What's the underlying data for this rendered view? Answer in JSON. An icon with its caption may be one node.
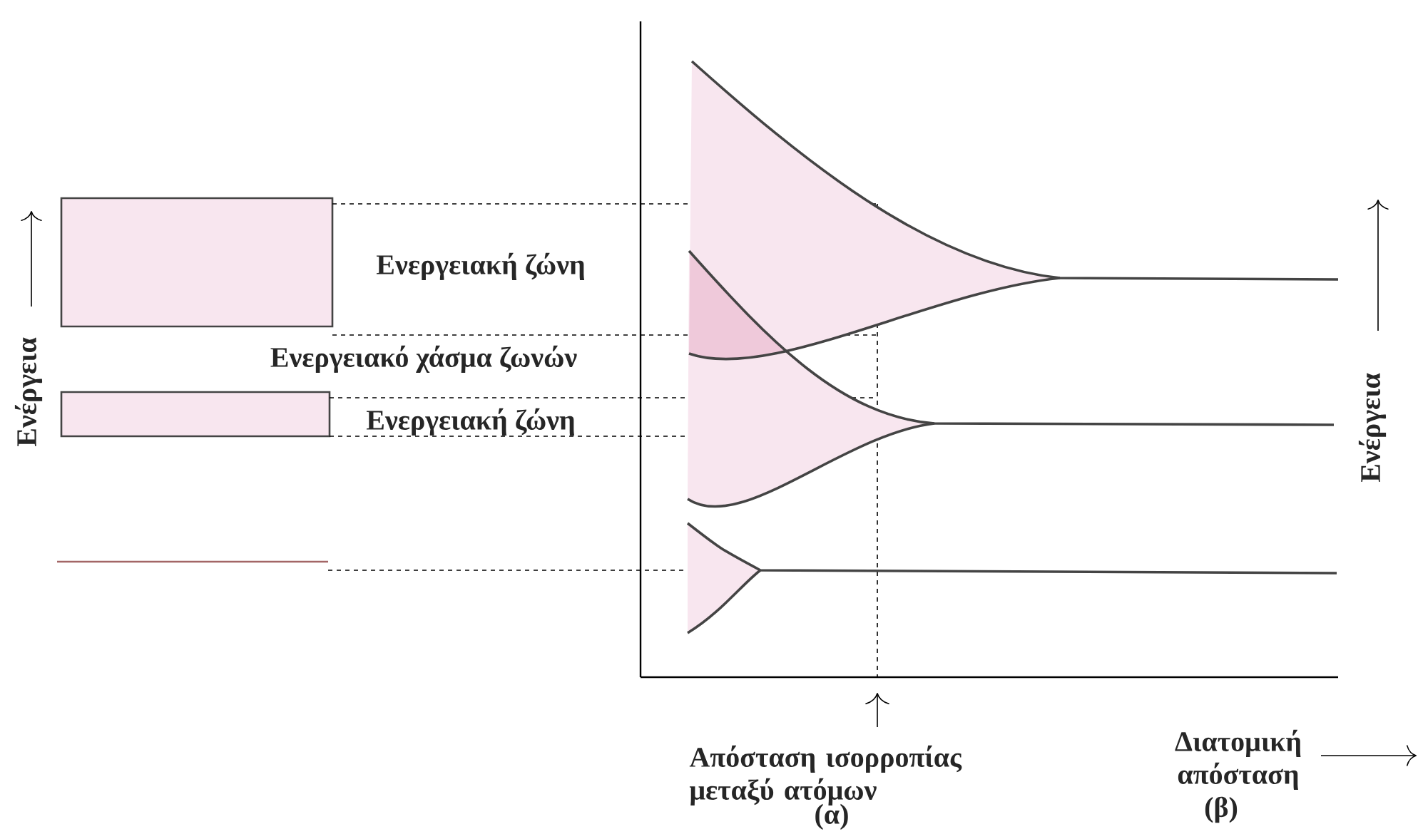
{
  "diagram": {
    "labels": [
      "Ενεργειακή ζώνη",
      "Ενέργεια",
      "Ενέργεια",
      "Ενεργειακό χάσμα ζωνών",
      "Ενεργειακή ζώνη",
      "Απόσταση ισορροπίας μεταξύ ατόμων",
      "Διατομική απόσταση",
      "(α)",
      "(β)"
    ]
  }
}
